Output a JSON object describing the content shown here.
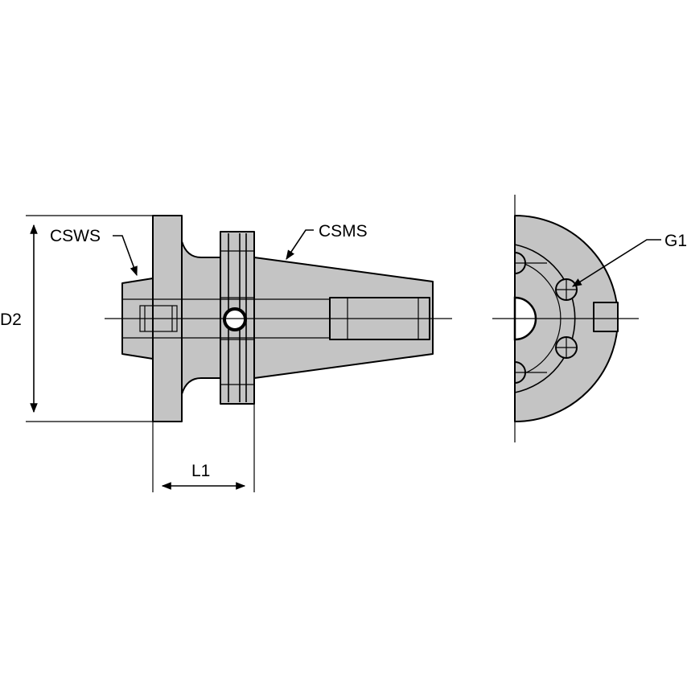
{
  "labels": {
    "csws": "CSWS",
    "csms": "CSMS",
    "d2": "D2",
    "l1": "L1",
    "g1": "G1"
  },
  "colors": {
    "body_fill": "#c4c4c4",
    "line": "#000000",
    "background": "#ffffff"
  }
}
